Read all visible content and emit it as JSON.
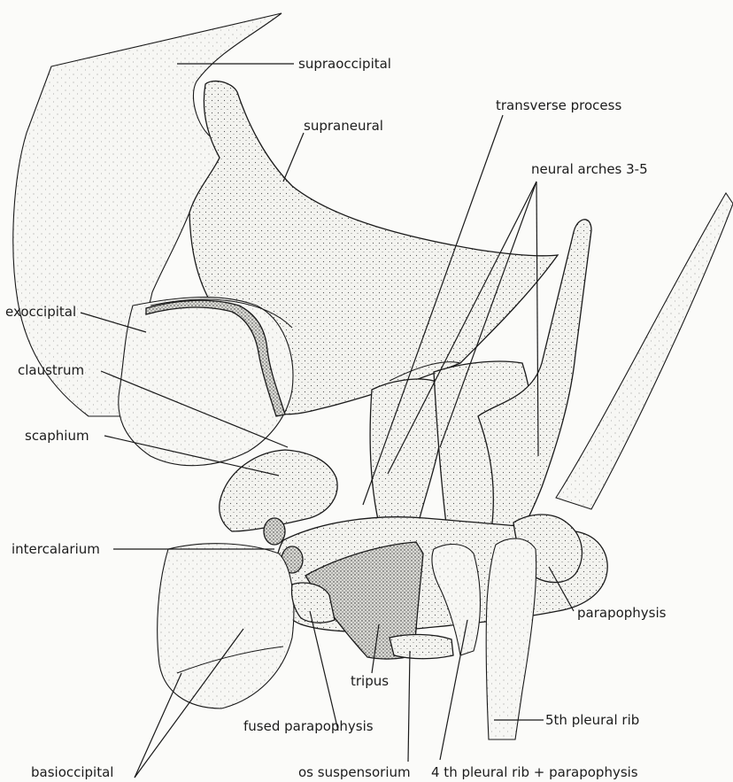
{
  "labels": {
    "supraoccipital": "supraoccipital",
    "supraneural": "supraneural",
    "transverse_process": "transverse process",
    "neural_arches": "neural arches 3-5",
    "exoccipital": "exoccipital",
    "claustrum": "claustrum",
    "scaphium": "scaphium",
    "intercalarium": "intercalarium",
    "parapophysis": "parapophysis",
    "tripus": "tripus",
    "fused_parapophysis": "fused parapophysis",
    "fifth_pleural_rib": "5th pleural rib",
    "basioccipital": "basioccipital",
    "os_suspensorium": "os suspensorium",
    "fourth_pleural_rib": "4 th pleural rib + parapophysis"
  }
}
